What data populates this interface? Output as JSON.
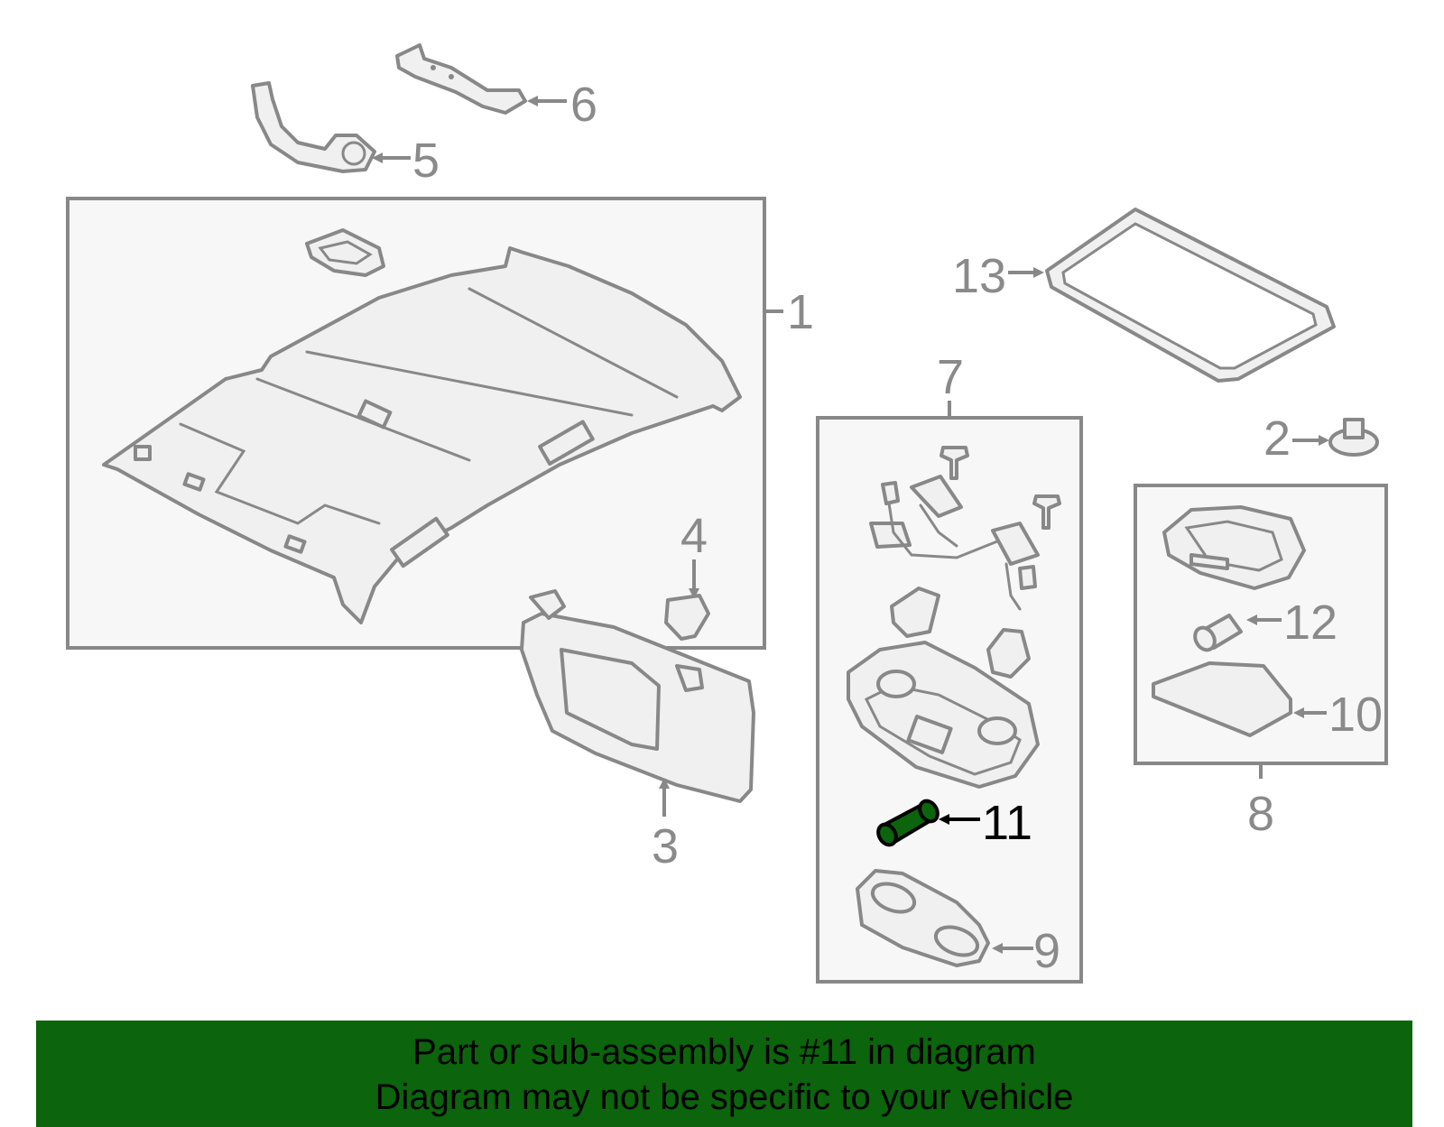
{
  "diagram": {
    "highlight_color": "#0c640c",
    "callouts": [
      {
        "id": "1",
        "text": "1"
      },
      {
        "id": "2",
        "text": "2"
      },
      {
        "id": "3",
        "text": "3"
      },
      {
        "id": "4",
        "text": "4"
      },
      {
        "id": "5",
        "text": "5"
      },
      {
        "id": "6",
        "text": "6"
      },
      {
        "id": "7",
        "text": "7"
      },
      {
        "id": "8",
        "text": "8"
      },
      {
        "id": "9",
        "text": "9"
      },
      {
        "id": "10",
        "text": "10"
      },
      {
        "id": "11",
        "text": "11",
        "highlighted": true
      },
      {
        "id": "12",
        "text": "12"
      },
      {
        "id": "13",
        "text": "13"
      }
    ]
  },
  "banner": {
    "line1": "Part or sub-assembly is #11 in diagram",
    "line2": "Diagram may not be specific to your vehicle",
    "background": "#0c640c"
  }
}
